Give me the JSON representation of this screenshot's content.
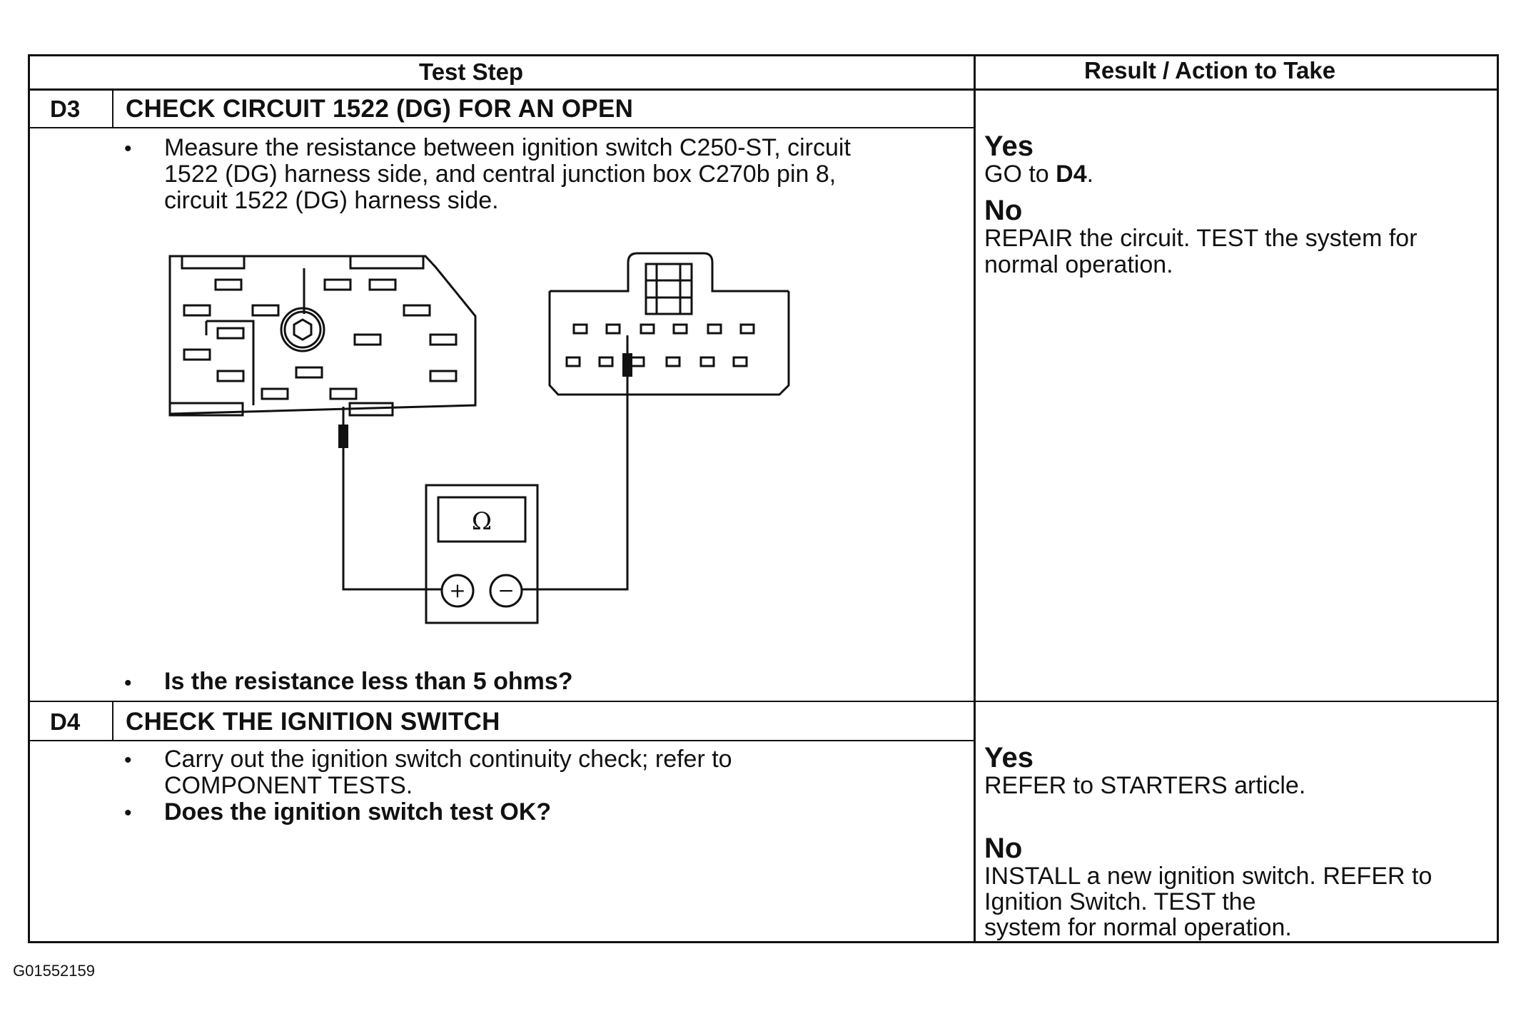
{
  "table": {
    "header": {
      "test_step": "Test Step",
      "result_action": "Result / Action to Take"
    },
    "steps": [
      {
        "id": "D3",
        "title": "CHECK CIRCUIT 1522 (DG) FOR AN OPEN",
        "instruction_lines": [
          "Measure the resistance between ignition switch C250-ST, circuit",
          "1522 (DG) harness side, and central junction box C270b pin 8,",
          "circuit 1522 (DG) harness side."
        ],
        "question": "Is the resistance less than 5 ohms?",
        "yes_label": "Yes",
        "yes_action_prefix": "GO to ",
        "yes_action_ref": "D4",
        "yes_action_suffix": ".",
        "no_label": "No",
        "no_action_lines": [
          "REPAIR the circuit. TEST the system for",
          "normal operation."
        ]
      },
      {
        "id": "D4",
        "title": "CHECK THE IGNITION SWITCH",
        "instruction_lines": [
          "Carry out the ignition switch continuity check; refer to",
          "COMPONENT TESTS."
        ],
        "question": "Does the ignition switch test OK?",
        "yes_label": "Yes",
        "yes_action": "REFER to STARTERS article.",
        "no_label": "No",
        "no_action_lines": [
          "INSTALL a new ignition switch. REFER to",
          "Ignition Switch. TEST the",
          "system for normal operation."
        ]
      }
    ]
  },
  "diagram": {
    "meter_symbol": "Ω",
    "plus_symbol": "+",
    "minus_symbol": "−"
  },
  "bullet_glyph": "•",
  "figure_id": "G01552159"
}
